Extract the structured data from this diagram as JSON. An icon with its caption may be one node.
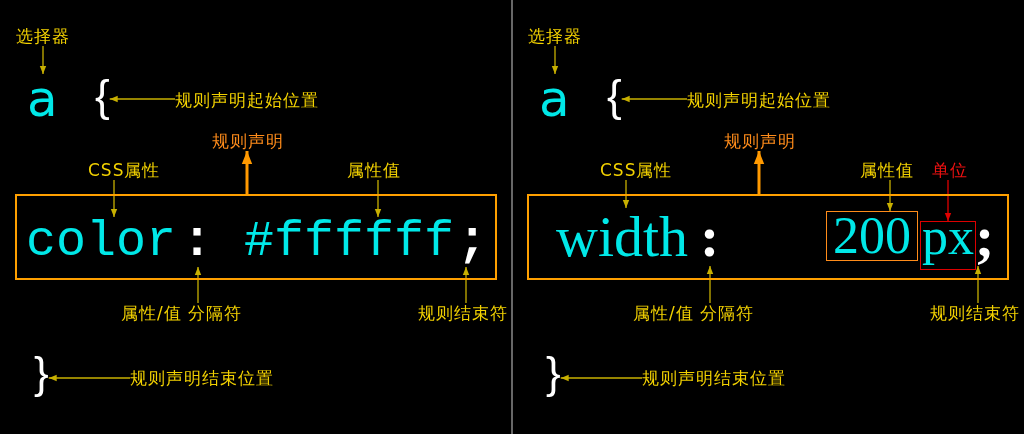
{
  "diagram": {
    "nodes": [
      {
        "text": [
          "选择器"
        ]
      },
      {
        "text": [
          "a"
        ]
      },
      {
        "text": [
          "{"
        ]
      },
      {
        "text": [
          "规则声明起始位置"
        ]
      },
      {
        "text": [
          "规则声明"
        ]
      },
      {
        "text": [
          "CSS属性"
        ]
      },
      {
        "text": [
          "属性值"
        ]
      },
      {
        "text": [],
        "shape": "box"
      },
      {
        "text": [
          "color"
        ],
        "in": 7
      },
      {
        "text": [
          ":"
        ],
        "in": 7
      },
      {
        "text": [
          "#ffffff"
        ],
        "in": 7
      },
      {
        "text": [
          ";"
        ],
        "in": 7
      },
      {
        "text": [
          "属性/值 分隔符"
        ]
      },
      {
        "text": [
          "规则结束符"
        ]
      },
      {
        "text": [
          "}"
        ]
      },
      {
        "text": [
          "规则声明结束位置"
        ]
      },
      {
        "text": [
          "选择器"
        ]
      },
      {
        "text": [
          "a"
        ]
      },
      {
        "text": [
          "{"
        ]
      },
      {
        "text": [
          "规则声明起始位置"
        ]
      },
      {
        "text": [
          "规则声明"
        ]
      },
      {
        "text": [
          "CSS属性"
        ]
      },
      {
        "text": [
          "属性值"
        ]
      },
      {
        "text": [
          "单位"
        ]
      },
      {
        "text": [],
        "shape": "box"
      },
      {
        "text": [
          "width"
        ],
        "in": 24
      },
      {
        "text": [
          ":"
        ],
        "in": 24
      },
      {
        "text": [
          "200"
        ],
        "in": 24
      },
      {
        "text": [
          "px"
        ],
        "in": 24
      },
      {
        "text": [
          ";"
        ],
        "in": 24
      },
      {
        "text": [
          "属性/值 分隔符"
        ]
      },
      {
        "text": [
          "规则结束符"
        ]
      },
      {
        "text": [
          "}"
        ]
      },
      {
        "text": [
          "规则声明结束位置"
        ]
      }
    ],
    "edges": [
      {
        "from": 0,
        "to": 1,
        "arrow": "to"
      },
      {
        "from": 3,
        "to": 2,
        "arrow": "to"
      },
      {
        "from": 7,
        "to": 4,
        "arrow": "to",
        "style": "thick",
        "color": "#ff9900"
      },
      {
        "from": 5,
        "to": 8,
        "arrow": "to"
      },
      {
        "from": 6,
        "to": 10,
        "arrow": "to"
      },
      {
        "from": 12,
        "to": 9,
        "arrow": "to"
      },
      {
        "from": 13,
        "to": 11,
        "arrow": "to"
      },
      {
        "from": 15,
        "to": 14,
        "arrow": "to"
      },
      {
        "from": 16,
        "to": 17,
        "arrow": "to"
      },
      {
        "from": 19,
        "to": 18,
        "arrow": "to"
      },
      {
        "from": 24,
        "to": 20,
        "arrow": "to",
        "style": "thick",
        "color": "#ff9900"
      },
      {
        "from": 21,
        "to": 25,
        "arrow": "to"
      },
      {
        "from": 22,
        "to": 27,
        "arrow": "to"
      },
      {
        "from": 23,
        "to": 28,
        "arrow": "to",
        "color": "#e00000"
      },
      {
        "from": 30,
        "to": 26,
        "arrow": "to"
      },
      {
        "from": 31,
        "to": 29,
        "arrow": "to"
      },
      {
        "from": 33,
        "to": 32,
        "arrow": "to"
      }
    ]
  }
}
